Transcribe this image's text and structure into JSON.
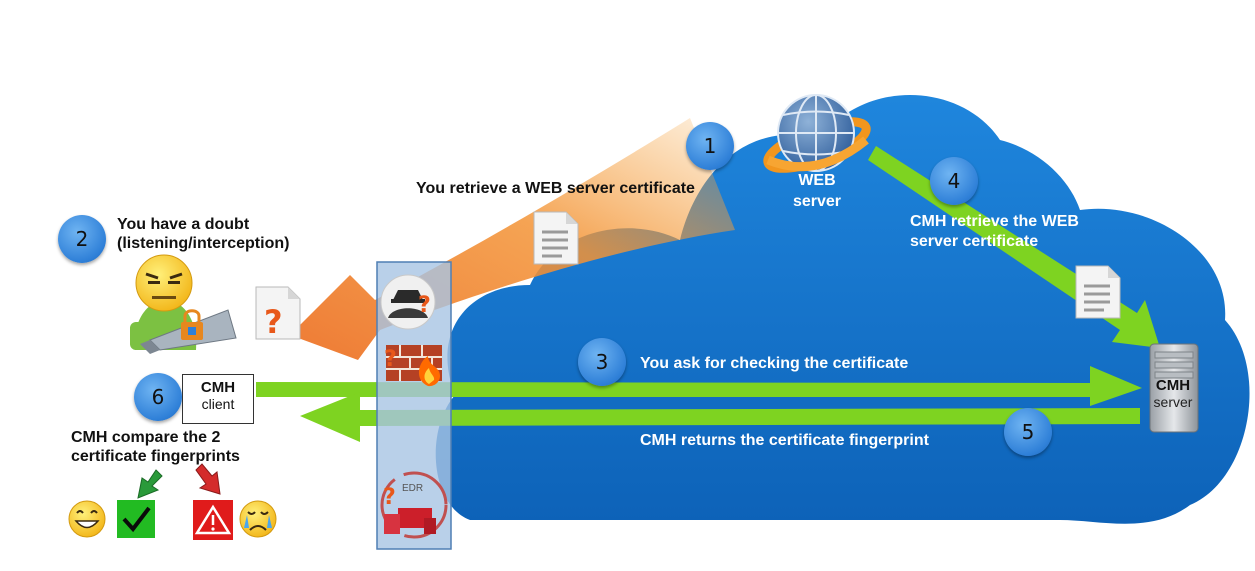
{
  "labels": {
    "step1": "You retrieve a WEB server certificate",
    "step2_line1": "You have a doubt",
    "step2_line2": "(listening/interception)",
    "step3": "You ask for checking the certificate",
    "step4_line1": "CMH retrieve the WEB",
    "step4_line2": "server certificate",
    "step5": "CMH returns the certificate fingerprint",
    "step6_line1": "CMH compare the 2",
    "step6_line2": "certificate fingerprints",
    "web_server_line1": "WEB",
    "web_server_line2": "server",
    "cmh_client_line1": "CMH",
    "cmh_client_line2": "client",
    "cmh_server_line1": "CMH",
    "cmh_server_line2": "server",
    "edr": "EDR"
  },
  "steps": [
    "1",
    "2",
    "3",
    "4",
    "5",
    "6"
  ],
  "colors": {
    "cloud": "#1a78d2",
    "green_arrow": "#7ed321",
    "orange_arrow": "#f28a30",
    "step_badge": "#3b8fe0",
    "ok_box": "#22bb22",
    "warn_box": "#e01b1b"
  },
  "icons": [
    "globe-icon",
    "document-icon",
    "user-icon",
    "laptop-icon",
    "lock-icon",
    "spy-icon",
    "firewall-icon",
    "edr-icon",
    "server-icon",
    "check-icon",
    "warning-icon",
    "happy-face-icon",
    "crying-face-icon"
  ]
}
